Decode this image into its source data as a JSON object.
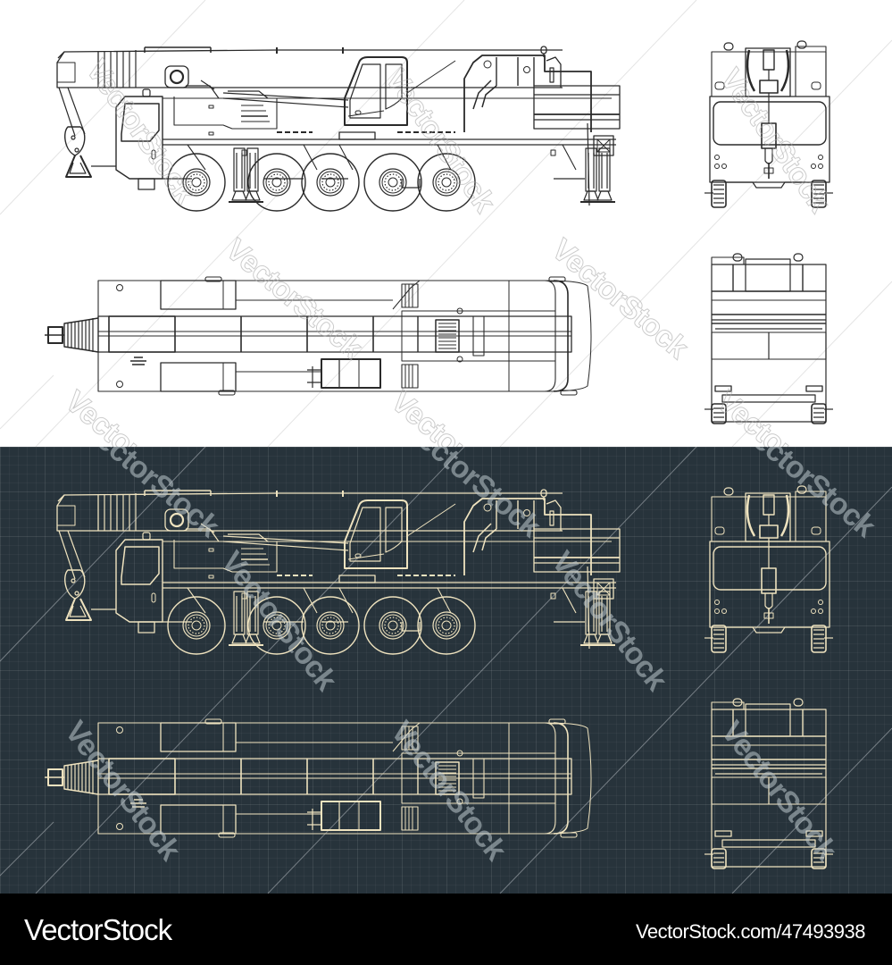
{
  "image": {
    "subject": "Mobile crane blueprints",
    "description": "Technical drawings of a five-axle all-terrain mobile crane shown in side, top, front and rear views, repeated in light (black on white) and dark (cream on blueprint navy) styles"
  },
  "colors": {
    "light_background": "#ffffff",
    "light_line": "#2a2a2a",
    "dark_background": "#27333b",
    "dark_line": "#efe3bf",
    "footer_background": "#000000",
    "footer_text": "#ffffff"
  },
  "panels": [
    {
      "style": "light",
      "views": [
        {
          "name": "side view",
          "axles": 5
        },
        {
          "name": "top view"
        },
        {
          "name": "front view"
        },
        {
          "name": "rear view"
        }
      ]
    },
    {
      "style": "dark",
      "views": [
        {
          "name": "side view",
          "axles": 5
        },
        {
          "name": "top view"
        },
        {
          "name": "front view"
        },
        {
          "name": "rear view"
        }
      ]
    }
  ],
  "watermark": {
    "text": "VectorStock"
  },
  "footer": {
    "brand": "VectorStock",
    "link": "VectorStock.com/47493938"
  }
}
